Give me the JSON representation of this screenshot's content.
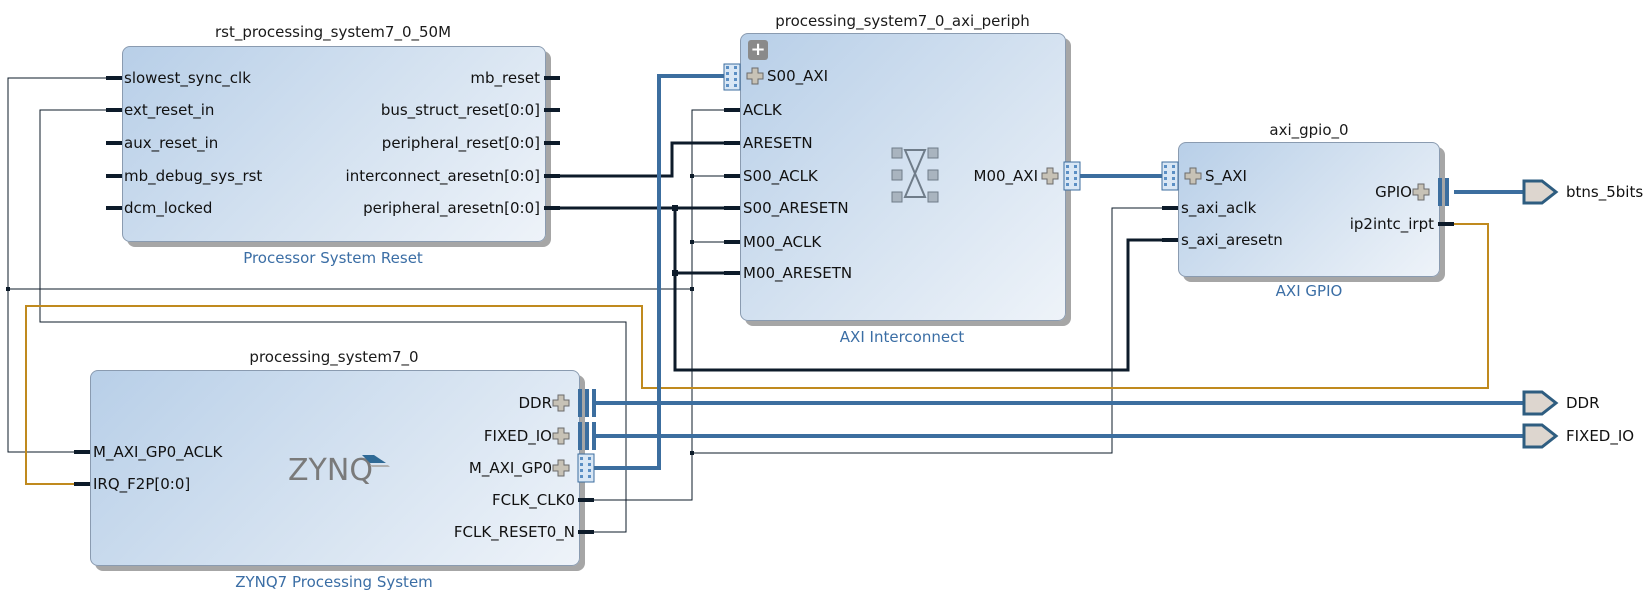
{
  "blocks": {
    "rst": {
      "instance": "rst_processing_system7_0_50M",
      "vlnv": "Processor System Reset",
      "left_pins": [
        "slowest_sync_clk",
        "ext_reset_in",
        "aux_reset_in",
        "mb_debug_sys_rst",
        "dcm_locked"
      ],
      "right_pins": [
        "mb_reset",
        "bus_struct_reset[0:0]",
        "peripheral_reset[0:0]",
        "interconnect_aresetn[0:0]",
        "peripheral_aresetn[0:0]"
      ]
    },
    "interconnect": {
      "instance": "processing_system7_0_axi_periph",
      "vlnv": "AXI Interconnect",
      "left_pins": [
        "S00_AXI",
        "ACLK",
        "ARESETN",
        "S00_ACLK",
        "S00_ARESETN",
        "M00_ACLK",
        "M00_ARESETN"
      ],
      "right_pins": [
        "M00_AXI"
      ],
      "expand_glyph": "+"
    },
    "gpio": {
      "instance": "axi_gpio_0",
      "vlnv": "AXI GPIO",
      "left_pins": [
        "S_AXI",
        "s_axi_aclk",
        "s_axi_aresetn"
      ],
      "right_pins": [
        "GPIO",
        "ip2intc_irpt"
      ]
    },
    "ps7": {
      "instance": "processing_system7_0",
      "vlnv": "ZYNQ7 Processing System",
      "logo": "ZYNQ",
      "left_pins": [
        "M_AXI_GP0_ACLK",
        "IRQ_F2P[0:0]"
      ],
      "right_pins": [
        "DDR",
        "FIXED_IO",
        "M_AXI_GP0",
        "FCLK_CLK0",
        "FCLK_RESET0_N"
      ]
    }
  },
  "external_ports": [
    "btns_5bits",
    "DDR",
    "FIXED_IO"
  ],
  "colors": {
    "wire": "#0d1b2a",
    "bus": "#3c6e9f",
    "interrupt": "#c08a1e",
    "block_border": "#8a9bb0",
    "vlnv_text": "#3b6ea5",
    "port_fill": "#ddd6cf",
    "port_stroke": "#2e5d80"
  }
}
